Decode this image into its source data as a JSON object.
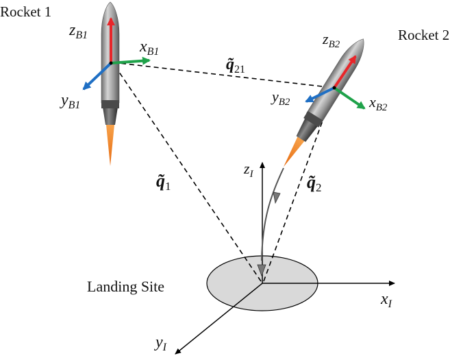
{
  "labels": {
    "rocket1": "Rocket 1",
    "rocket2": "Rocket 2",
    "landing_site": "Landing Site",
    "z_b1": "z",
    "z_b1_sub": "B1",
    "x_b1": "x",
    "x_b1_sub": "B1",
    "y_b1": "y",
    "y_b1_sub": "B1",
    "z_b2": "z",
    "z_b2_sub": "B2",
    "x_b2": "x",
    "x_b2_sub": "B2",
    "y_b2": "y",
    "y_b2_sub": "B2",
    "z_i": "z",
    "z_i_sub": "I",
    "x_i": "x",
    "x_i_sub": "I",
    "y_i": "y",
    "y_i_sub": "I",
    "q21": "q̃",
    "q21_sub": "21",
    "q1": "q̃",
    "q1_sub": "1",
    "q2": "q̃",
    "q2_sub": "2"
  },
  "colors": {
    "z_axis": "#e8262a",
    "x_axis": "#1fa24a",
    "y_axis": "#1f6fc4",
    "landing_ellipse": "#d9d9d9",
    "flame": "#f08a24",
    "rocket_body": "#9a9a9a"
  }
}
